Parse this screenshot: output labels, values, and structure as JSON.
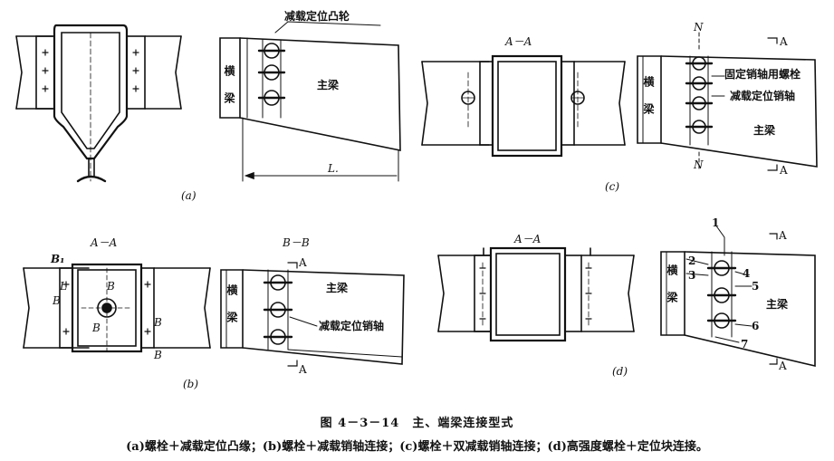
{
  "panels": {
    "a": {
      "tag": "(a)",
      "callout": "减载定位凸轮",
      "cross_beam": "横梁",
      "main_beam": "主梁",
      "dim": "L."
    },
    "b": {
      "tag": "(b)",
      "section_left": "A－A",
      "section_right": "B－B",
      "b1": "B₁",
      "b_left": "B",
      "l_mark": "L",
      "b_center": "B",
      "b_lower": "B",
      "b_right1": "B",
      "b_right2": "B",
      "arrow_top": "A",
      "arrow_bottom": "A",
      "cross_beam": "横梁",
      "main_beam": "主梁",
      "callout": "减载定位销轴"
    },
    "c": {
      "tag": "(c)",
      "section": "A－A",
      "n_top": "N",
      "n_bottom": "N",
      "arrow_top": "A",
      "arrow_bottom": "A",
      "callout_1": "固定销轴用螺栓",
      "callout_2": "减载定位销轴",
      "cross_beam": "横梁",
      "main_beam": "主梁"
    },
    "d": {
      "tag": "(d)",
      "section": "A－A",
      "arrow_top": "A",
      "arrow_bottom": "A",
      "cross_beam": "横梁",
      "main_beam": "主梁",
      "numbers": [
        "1",
        "2",
        "3",
        "4",
        "5",
        "6",
        "7"
      ]
    }
  },
  "caption": {
    "title": "图 4－3－14　主、端梁连接型式",
    "text": "(a)螺栓＋减载定位凸缘；(b)螺栓＋减载销轴连接；(c)螺栓＋双减载销轴连接；(d)高强度螺栓＋定位块连接。"
  }
}
